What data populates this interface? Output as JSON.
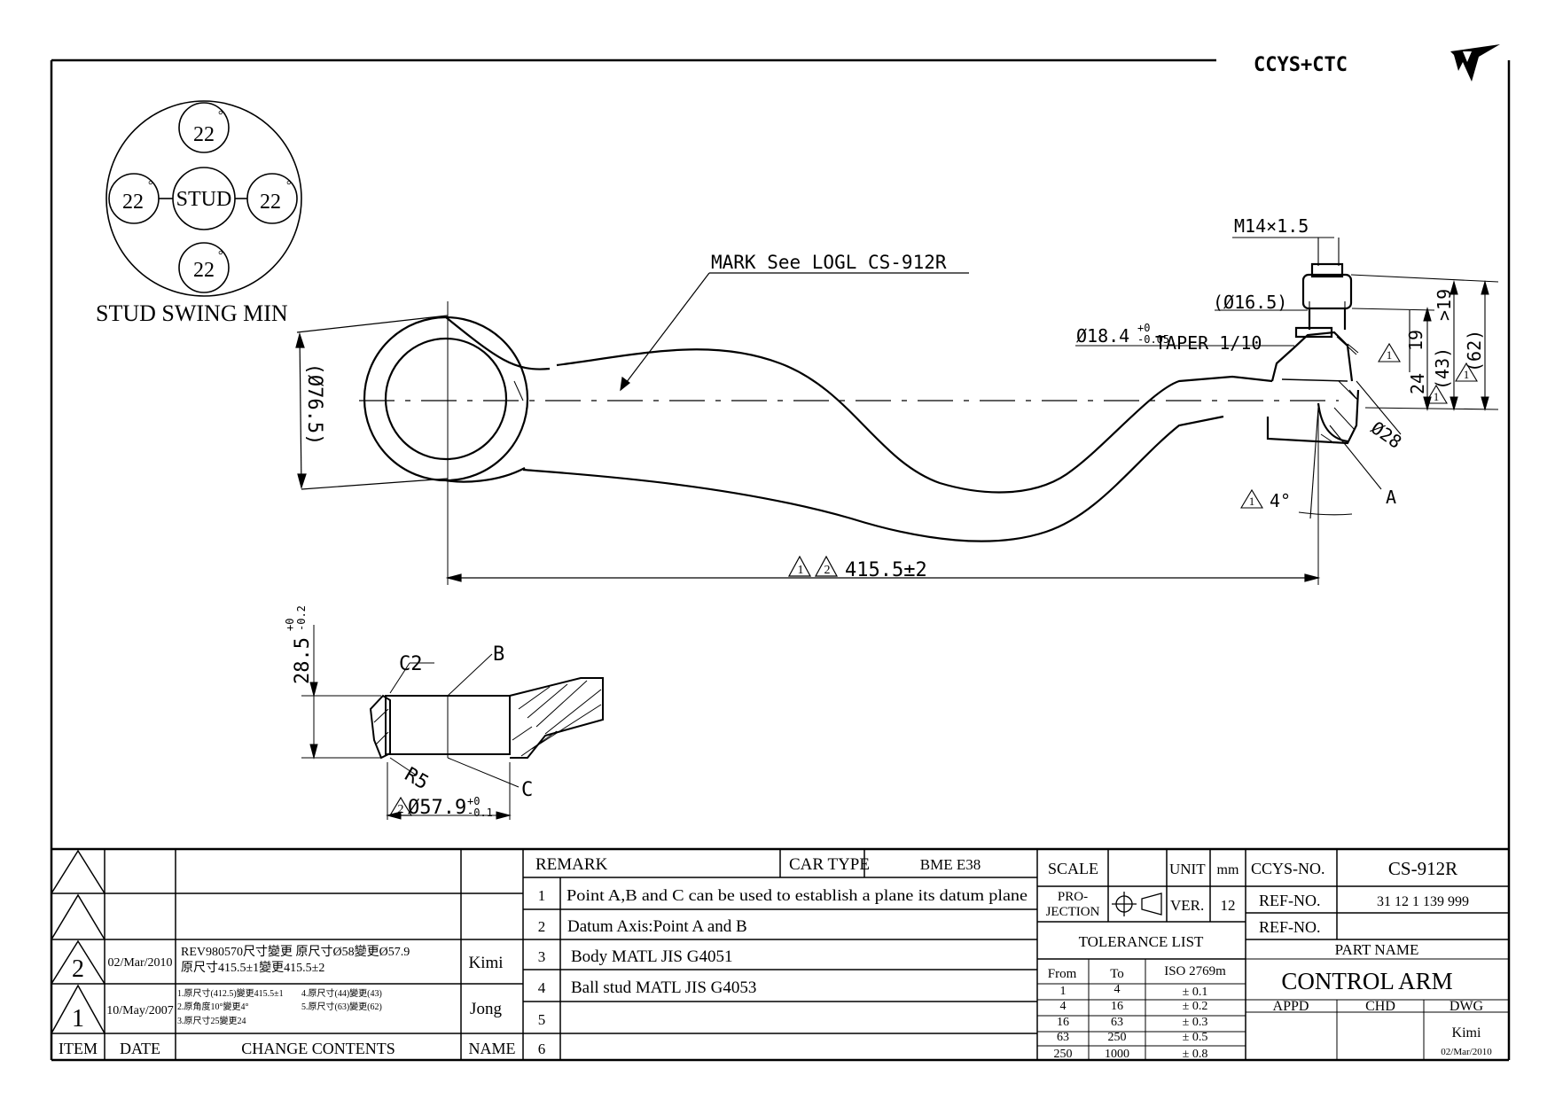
{
  "logo": {
    "text": "CCYS+CTC"
  },
  "stud_swing": {
    "center": "STUD",
    "top": "22",
    "left": "22",
    "right": "22",
    "bottom": "22",
    "deg": "°",
    "caption": "STUD SWING MIN"
  },
  "dims": {
    "mark": "MARK See LOGL CS-912R",
    "eye_dia": "(Ø76.5)",
    "thread": "M14×1.5",
    "d165": "(Ø16.5)",
    "taper_a": "Ø18.4",
    "taper_tol_up": "+0",
    "taper_tol_dn": "-0.05",
    "taper_b": "TAPER 1/10",
    "d19": "19",
    "d24": "24",
    "d43": "(43)",
    "dgt19": ">19",
    "d62": "(62)",
    "d28": "Ø28",
    "pt_a": "A",
    "angle": "4°",
    "length": "415.5±2",
    "rev1": "1",
    "rev2": "2",
    "height": "28.5",
    "h_tol_up": "+0",
    "h_tol_dn": "-0.2",
    "chamfer": "C2",
    "pt_b": "B",
    "radius": "R5",
    "pt_c": "C",
    "bore": "Ø57.9",
    "b_tol_up": "+0",
    "b_tol_dn": "-0.1"
  },
  "revisions": {
    "rows": [
      {
        "item": "",
        "date": "",
        "content": "",
        "name": ""
      },
      {
        "item": "",
        "date": "",
        "content": "",
        "name": ""
      },
      {
        "item": "2",
        "date": "02/Mar/2010",
        "content": "REV980570尺寸變更 原尺寸Ø58變更Ø57.9",
        "content2": "原尺寸415.5±1變更415.5±2",
        "name": "Kimi"
      },
      {
        "item": "1",
        "date": "10/May/2007",
        "c1": "1.原尺寸(412.5)變更415.5±1",
        "c2": "2.原角度10°變更4°",
        "c3": "3.原尺寸25變更24",
        "c4": "4.原尺寸(44)變更(43)",
        "c5": "5.原尺寸(63)變更(62)",
        "name": "Jong"
      }
    ],
    "headers": {
      "item": "ITEM",
      "date": "DATE",
      "content": "CHANGE CONTENTS",
      "name": "NAME"
    }
  },
  "remarks": {
    "label": "REMARK",
    "car_type_label": "CAR TYPE",
    "car_type": "BME E38",
    "items": [
      {
        "no": "1",
        "text": "Point A,B and C can be used to establish a plane its datum plane"
      },
      {
        "no": "2",
        "text": "Datum Axis:Point A and B"
      },
      {
        "no": "3",
        "text": "Body MATL JIS G4051"
      },
      {
        "no": "4",
        "text": "Ball stud MATL JIS G4053"
      },
      {
        "no": "5",
        "text": ""
      },
      {
        "no": "6",
        "text": ""
      }
    ]
  },
  "info": {
    "scale_label": "SCALE",
    "scale": "",
    "unit_label": "UNIT",
    "unit": "mm",
    "projection_label1": "PRO-",
    "projection_label2": "JECTION",
    "ver_label": "VER.",
    "ver": "12",
    "tolerance_title": "TOLERANCE LIST",
    "tol_headers": [
      "From",
      "To",
      "ISO 2769m"
    ],
    "tolerances": [
      {
        "from": "1",
        "to": "4",
        "tol": "± 0.1"
      },
      {
        "from": "4",
        "to": "16",
        "tol": "± 0.2"
      },
      {
        "from": "16",
        "to": "63",
        "tol": "± 0.3"
      },
      {
        "from": "63",
        "to": "250",
        "tol": "± 0.5"
      },
      {
        "from": "250",
        "to": "1000",
        "tol": "± 0.8"
      }
    ],
    "ccys_label": "CCYS-NO.",
    "ccys": "CS-912R",
    "ref_label": "REF-NO.",
    "ref1": "31 12 1 139 999",
    "ref2": "",
    "part_name_label": "PART NAME",
    "part_name": "CONTROL ARM",
    "appd": "APPD",
    "chd": "CHD",
    "dwg": "DWG",
    "dwg_name": "Kimi",
    "dwg_date": "02/Mar/2010"
  }
}
